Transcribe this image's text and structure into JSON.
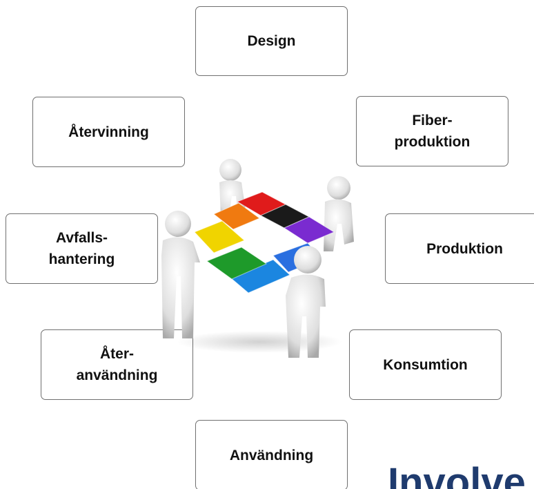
{
  "cycle": {
    "nodes": [
      {
        "id": "design",
        "label": "Design"
      },
      {
        "id": "fiber",
        "label": "Fiber-\nproduktion"
      },
      {
        "id": "produktion",
        "label": "Produktion"
      },
      {
        "id": "konsumtion",
        "label": "Konsumtion"
      },
      {
        "id": "anvandning",
        "label": "Användning"
      },
      {
        "id": "ateranvandning",
        "label": "Åter-\nanvändning"
      },
      {
        "id": "avfall",
        "label": "Avfalls-\nhantering"
      },
      {
        "id": "atervinning",
        "label": "Återvinning"
      }
    ],
    "center_image": "people-holding-puzzle-illustration",
    "puzzle_colors": [
      "#e01b1b",
      "#1a1a1a",
      "#7a2bd0",
      "#2a6fe0",
      "#1e9a2a",
      "#f0d400",
      "#f07a10",
      "#c41a1a"
    ]
  },
  "heading": {
    "text": "Involve"
  }
}
